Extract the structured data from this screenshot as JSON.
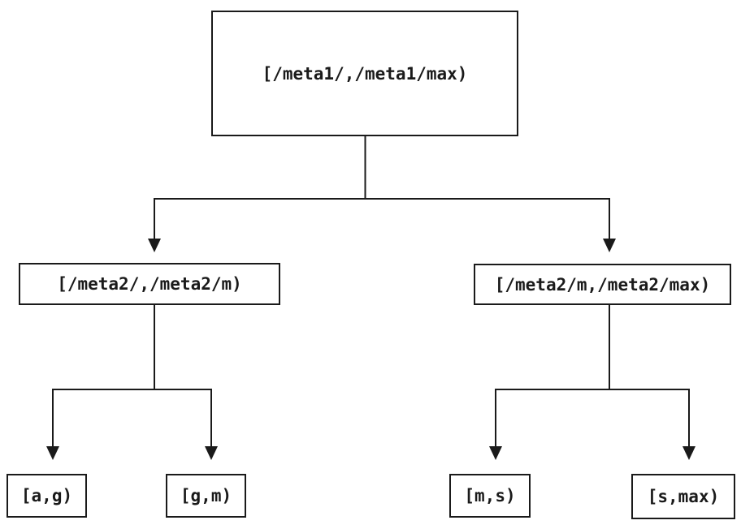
{
  "diagram": {
    "type": "tree",
    "colors": {
      "line": "#1a1a1a",
      "background": "#ffffff",
      "text": "#1a1a1a"
    },
    "nodes": {
      "root": {
        "label": "[/meta1/,/meta1/max)"
      },
      "left": {
        "label": "[/meta2/,/meta2/m)"
      },
      "right": {
        "label": "[/meta2/m,/meta2/max)"
      },
      "leaf_ag": {
        "label": "[a,g)"
      },
      "leaf_gm": {
        "label": "[g,m)"
      },
      "leaf_ms": {
        "label": "[m,s)"
      },
      "leaf_smax": {
        "label": "[s,max)"
      }
    },
    "edges": [
      {
        "from": "root",
        "to": "left"
      },
      {
        "from": "root",
        "to": "right"
      },
      {
        "from": "left",
        "to": "leaf_ag"
      },
      {
        "from": "left",
        "to": "leaf_gm"
      },
      {
        "from": "right",
        "to": "leaf_ms"
      },
      {
        "from": "right",
        "to": "leaf_smax"
      }
    ]
  }
}
